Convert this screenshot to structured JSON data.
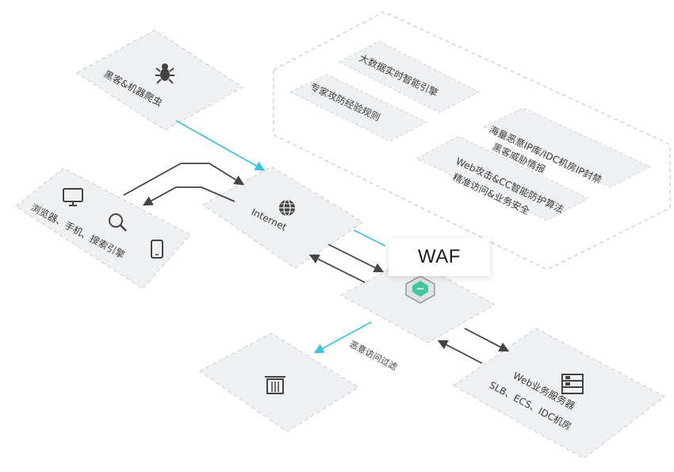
{
  "nodes": {
    "attacker": {
      "label": "黑客&机器爬虫"
    },
    "clients": {
      "label": "浏览器、手机、搜索引擎"
    },
    "internet": {
      "label": "Internet"
    },
    "waf": {
      "label": "WAF"
    },
    "servers": {
      "line1": "Web业务服务器",
      "line2": "SLB、ECS、IDC机房"
    },
    "filter": {
      "label": "恶意访问过滤"
    }
  },
  "features": [
    {
      "label": "大数据实时智能引擎"
    },
    {
      "label": "专家攻防经验规则"
    },
    {
      "label": "海量恶意IP库/IDC机房IP封禁"
    },
    {
      "label": "黑客威胁情报"
    },
    {
      "label": "Web攻击&CC智能防护算法"
    },
    {
      "label": "精准访问&业务安全"
    }
  ],
  "icons": [
    "bug-icon",
    "monitor-icon",
    "search-icon",
    "phone-icon",
    "globe-icon",
    "shield-icon",
    "trash-icon",
    "server-icon"
  ],
  "colors": {
    "accent": "#3cc4df",
    "arrow": "#444444",
    "tile": "#eef0f2",
    "tile_border": "#c9ccd0",
    "shield": "#41c7a0"
  }
}
